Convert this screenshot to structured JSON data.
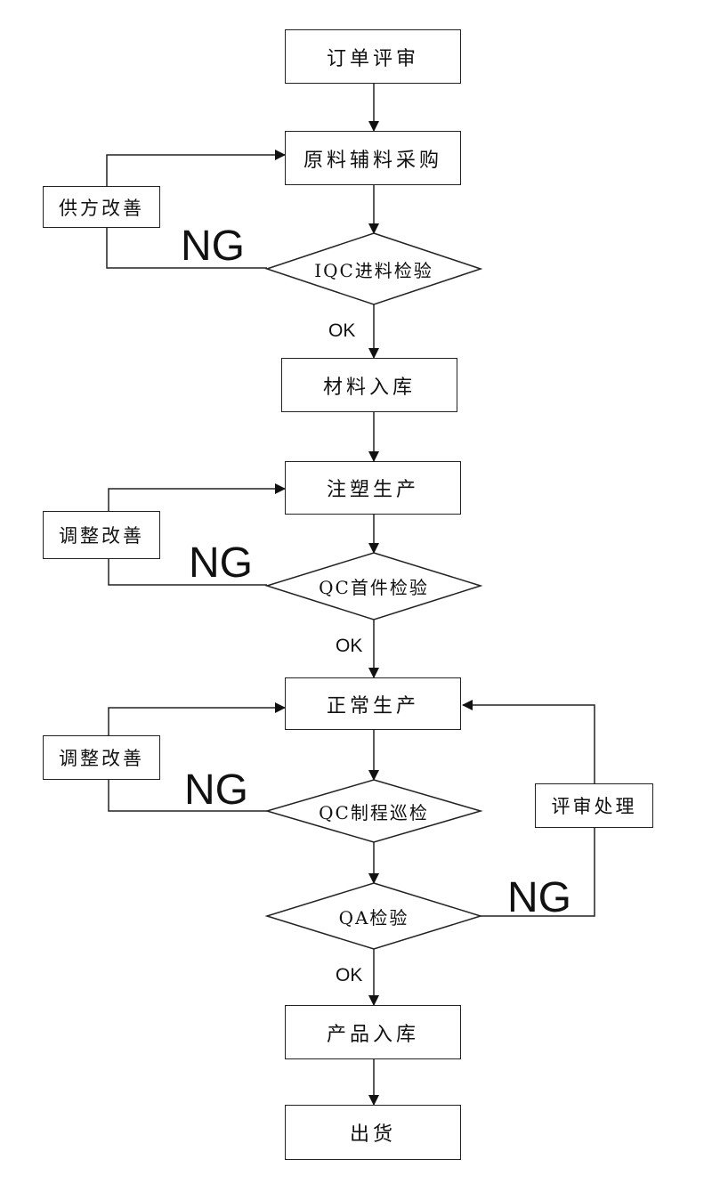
{
  "nodes": {
    "order_review": "订单评审",
    "material_purchase": "原料辅料采购",
    "iqc_inspection": "IQC进料检验",
    "material_storage": "材料入库",
    "injection_molding": "注塑生产",
    "qc_first_article": "QC首件检验",
    "normal_production": "正常生产",
    "qc_patrol": "QC制程巡检",
    "qa_inspection": "QA检验",
    "product_storage": "产品入库",
    "shipment": "出货"
  },
  "side_boxes": {
    "supplier_improve": "供方改善",
    "adjust_improve_1": "调整改善",
    "adjust_improve_2": "调整改善",
    "review_handling": "评审处理"
  },
  "labels": {
    "ng": "NG",
    "ok": "OK"
  }
}
